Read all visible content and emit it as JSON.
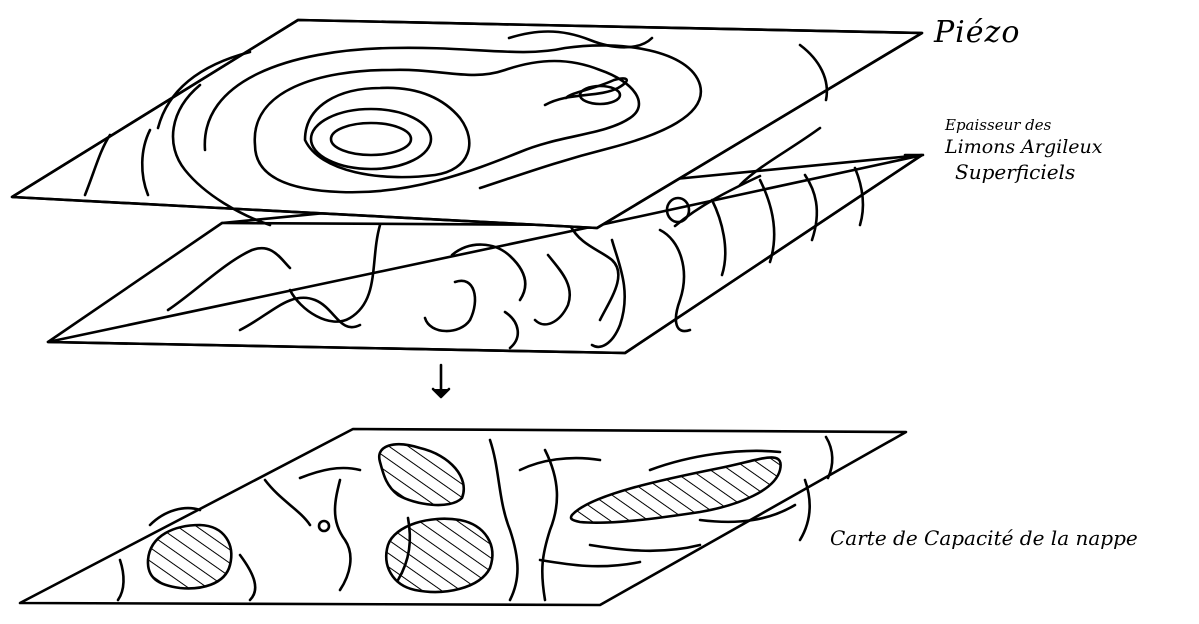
{
  "layers": {
    "top": {
      "label": "Piézo"
    },
    "middle": {
      "label_lines": [
        "Epaisseur des",
        "Limons Argileux",
        "Superficiels"
      ]
    },
    "bottom": {
      "label": "Carte de Capacité de la nappe"
    }
  },
  "arrow": {
    "direction": "down"
  },
  "colors": {
    "ink": "#000000",
    "paper": "#ffffff"
  }
}
